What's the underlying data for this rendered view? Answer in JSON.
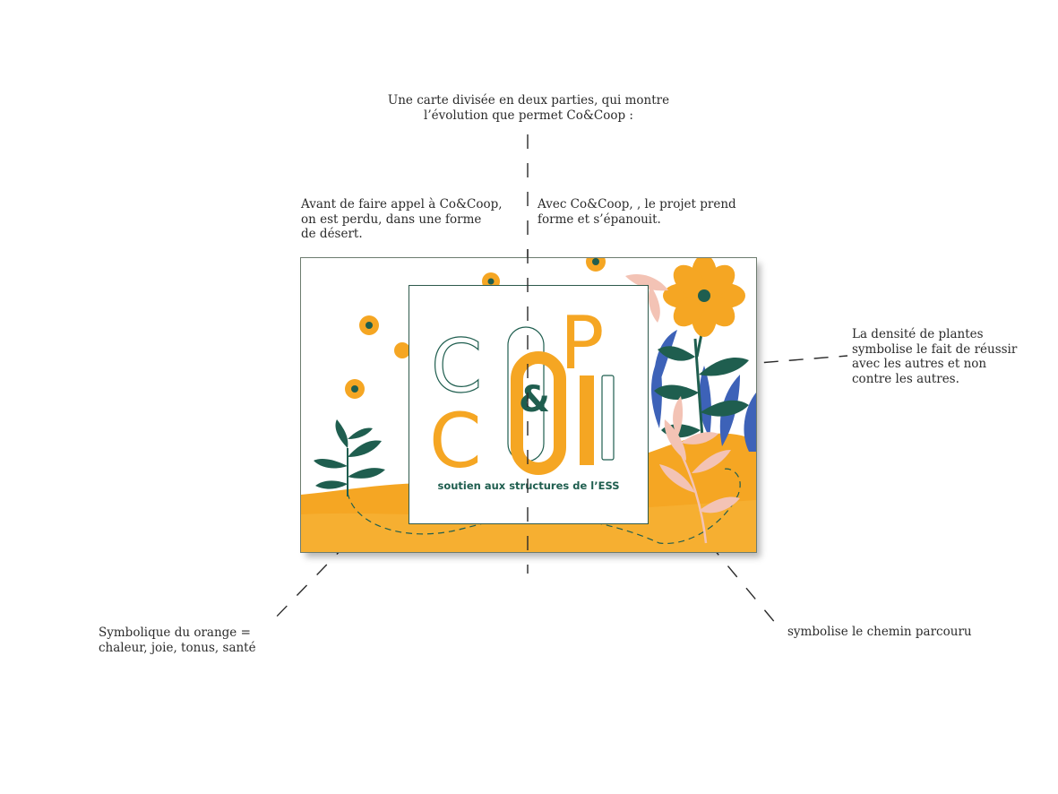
{
  "annotations": {
    "top": "Une carte divisée en deux parties, qui montre\nl’évolution que permet Co&Coop :",
    "left_half": "Avant de faire appel à Co&Coop,\non est perdu, dans une forme\nde désert.",
    "right_half": "Avec Co&Coop, , le projet prend\nforme et s’épanouit.",
    "plants": "La densité de plantes\nsymbolise le fait de réussir\navec les autres et non\ncontre les autres.",
    "orange": "Symbolique du orange =\nchaleur, joie, tonus, santé",
    "path": "symbolise le chemin parcouru"
  },
  "card": {
    "logo_letters_outline": [
      "C",
      "O",
      "O"
    ],
    "logo_letters_filled": [
      "P",
      "C",
      "O",
      "!"
    ],
    "logo_ampersand": "&",
    "tagline": "soutien aux structures de l’ESS"
  },
  "colors": {
    "orange": "#f5a623",
    "dark_green": "#1f5e4f",
    "blue": "#3d62b8",
    "pink": "#f3c3b5",
    "text": "#2b2b2b"
  }
}
